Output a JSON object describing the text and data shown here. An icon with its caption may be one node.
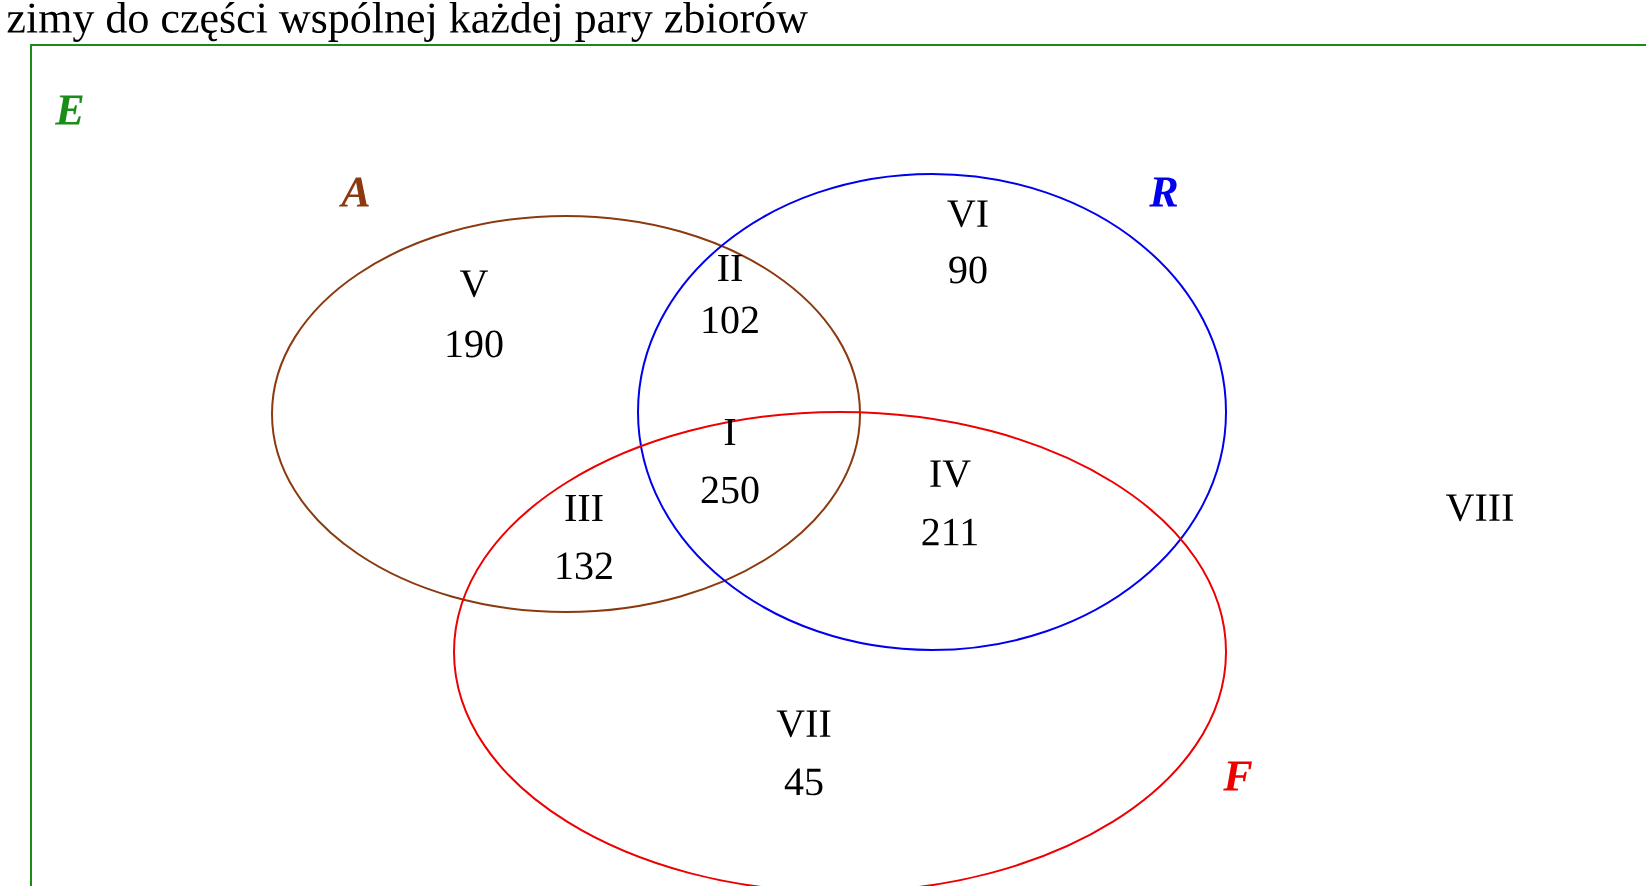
{
  "diagram": {
    "nodes": [
      {
        "text": [
          "E"
        ]
      },
      {
        "text": [
          "A"
        ],
        "in": 0
      },
      {
        "text": [
          "R"
        ],
        "in": 0
      },
      {
        "text": [
          "F"
        ],
        "in": 0
      }
    ],
    "labels": [
      "zimy do części wspólnej każdej pary zbiorów",
      "V",
      "190",
      "II",
      "102",
      "VI",
      "90",
      "III",
      "132",
      "I",
      "250",
      "IV",
      "211",
      "VIII",
      "VII",
      "45"
    ]
  }
}
